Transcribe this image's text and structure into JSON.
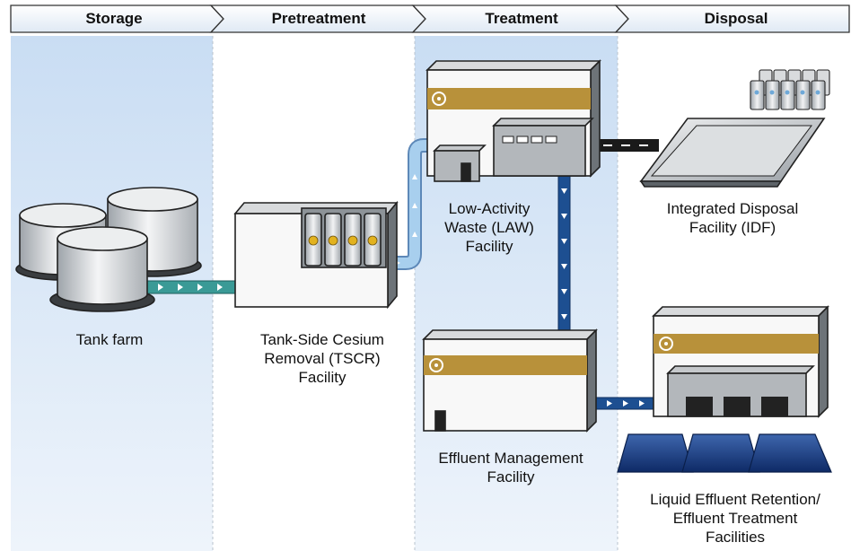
{
  "stages": [
    "Storage",
    "Pretreatment",
    "Treatment",
    "Disposal"
  ],
  "facilities": {
    "tank_farm": "Tank farm",
    "tscr": "Tank-Side Cesium\nRemoval (TSCR)\nFacility",
    "law": "Low-Activity\nWaste (LAW)\nFacility",
    "emf": "Effluent Management\nFacility",
    "idf": "Integrated Disposal\nFacility (IDF)",
    "lerf": "Liquid Effluent Retention/\nEffluent Treatment\nFacilities"
  },
  "colors": {
    "stage_storage_bg": "#dce9f7",
    "stage_treatment_bg": "#dce9f7",
    "accent_band": "#b8913a",
    "pipe_teal": "#3a9a96",
    "pipe_light_blue": "#a8cfee",
    "pipe_dark_blue": "#1d4f91",
    "pond_blue": "#16387a"
  },
  "icons": [
    "radiation-icon",
    "storage-tank-icon",
    "waste-container-icon",
    "flow-arrow-icon"
  ]
}
